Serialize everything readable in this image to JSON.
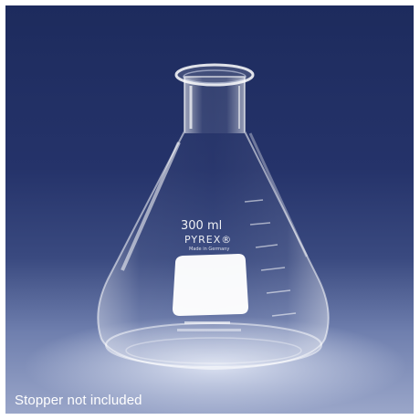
{
  "photo": {
    "caption": "Stopper not included",
    "flask_label": {
      "capacity": "300 ml",
      "brand": "PYREX®",
      "origin": "Made in Germany"
    },
    "colors": {
      "background_top": "#1d2b5d",
      "background_bottom": "#9aa6c9",
      "glass_highlight": "#ffffff",
      "caption_text": "#ffffff"
    }
  }
}
